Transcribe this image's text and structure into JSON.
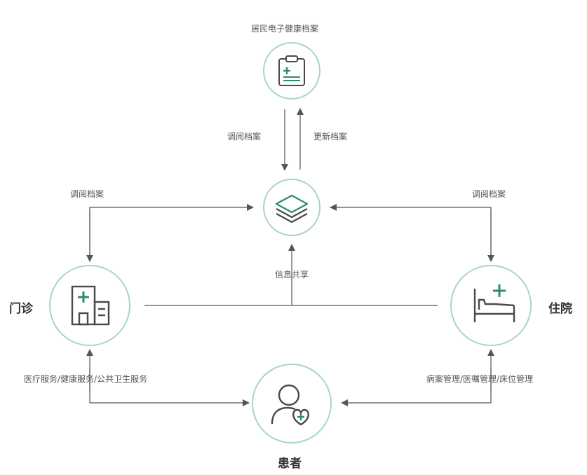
{
  "diagram": {
    "top_node": {
      "label": "居民电子健康档案",
      "icon": "clipboard-plus-icon"
    },
    "center_node": {
      "icon": "layers-icon"
    },
    "left_node": {
      "label": "门诊",
      "icon": "hospital-building-icon"
    },
    "right_node": {
      "label": "住院",
      "icon": "hospital-bed-icon"
    },
    "bottom_node": {
      "label": "患者",
      "icon": "patient-heart-icon"
    },
    "edges": {
      "top_down": "调阅档案",
      "top_up": "更新档案",
      "left_top": "调阅档案",
      "right_top": "调阅档案",
      "share": "信息共享",
      "left_bottom": "医疗服务/健康服务/公共卫生服务",
      "right_bottom": "病案管理/医嘱管理/床位管理"
    },
    "colors": {
      "accent": "#2e8b6e",
      "ring": "#a8d5c5",
      "line": "#555555",
      "icon": "#4a4a4a"
    }
  }
}
